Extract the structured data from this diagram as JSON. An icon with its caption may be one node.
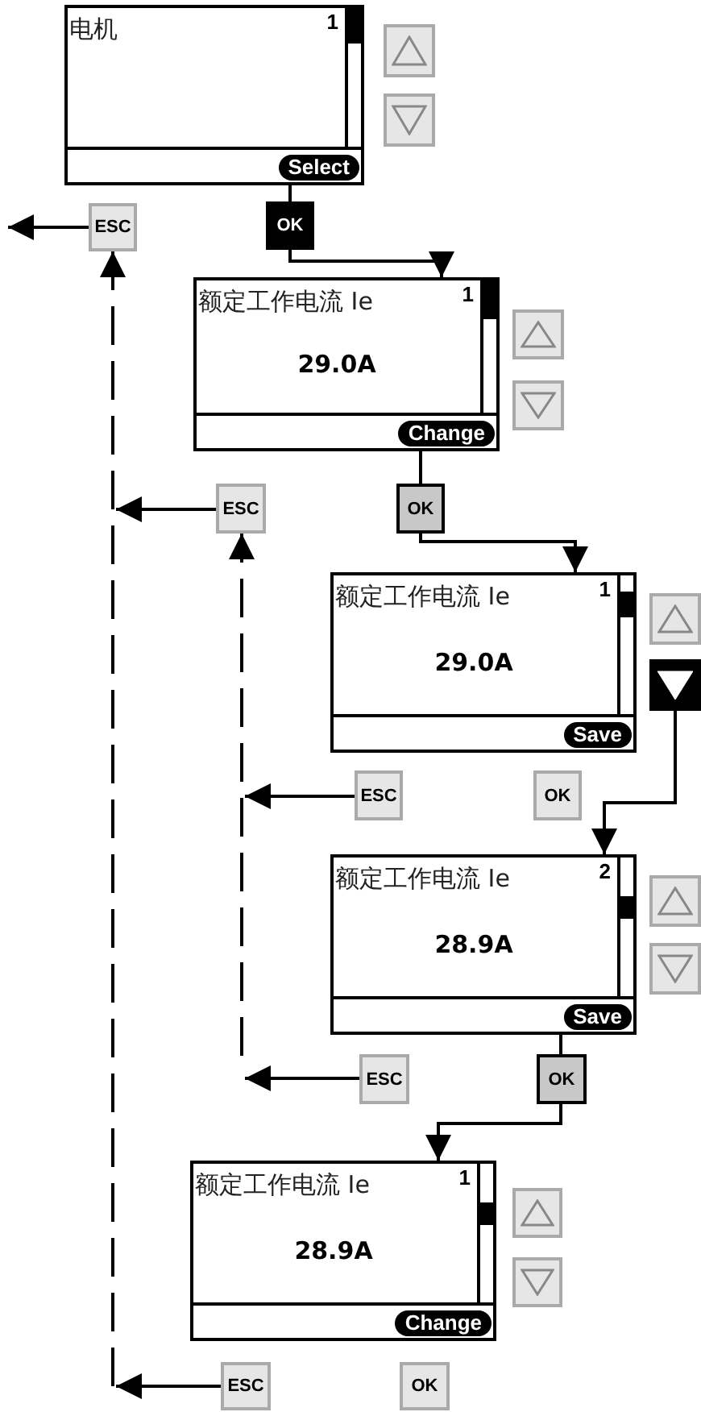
{
  "diagram": {
    "nodes": [
      {
        "text": [
          "电机",
          "1",
          "Select"
        ]
      },
      {
        "text": [],
        "shape": "box"
      },
      {
        "text": [],
        "shape": "box"
      },
      {
        "text": [
          "ESC"
        ]
      },
      {
        "text": [
          "OK"
        ]
      },
      {
        "text": [
          "额定工作电流 Ie",
          "1",
          "29.0A",
          "Change"
        ]
      },
      {
        "text": [],
        "shape": "box"
      },
      {
        "text": [],
        "shape": "box"
      },
      {
        "text": [
          "ESC"
        ]
      },
      {
        "text": [
          "OK"
        ]
      },
      {
        "text": [
          "额定工作电流 Ie",
          "1",
          "29.0A",
          "Save"
        ]
      },
      {
        "text": [],
        "shape": "box"
      },
      {
        "text": [],
        "shape": "box"
      },
      {
        "text": [
          "ESC"
        ]
      },
      {
        "text": [
          "OK"
        ]
      },
      {
        "text": [
          "额定工作电流 Ie",
          "2",
          "28.9A",
          "Save"
        ]
      },
      {
        "text": [],
        "shape": "box"
      },
      {
        "text": [],
        "shape": "box"
      },
      {
        "text": [
          "ESC"
        ]
      },
      {
        "text": [
          "OK"
        ]
      },
      {
        "text": [
          "额定工作电流 Ie",
          "1",
          "28.9A",
          "Change"
        ]
      },
      {
        "text": [],
        "shape": "box"
      },
      {
        "text": [],
        "shape": "box"
      },
      {
        "text": [
          "ESC"
        ]
      },
      {
        "text": [
          "OK"
        ]
      }
    ],
    "edges": [
      {
        "from": 0,
        "to": 4,
        "arrow": "none"
      },
      {
        "from": 4,
        "to": 5,
        "arrow": "to"
      },
      {
        "from": 5,
        "to": 9,
        "arrow": "none"
      },
      {
        "from": 9,
        "to": 10,
        "arrow": "to"
      },
      {
        "from": 12,
        "to": 15,
        "arrow": "to"
      },
      {
        "from": 15,
        "to": 19,
        "arrow": "none"
      },
      {
        "from": 19,
        "to": 20,
        "arrow": "to"
      },
      {
        "from": 3,
        "to": null,
        "arrow": "to"
      },
      {
        "from": null,
        "to": 3,
        "arrow": "to",
        "style": "dashed"
      },
      {
        "from": 8,
        "to": null,
        "arrow": "to"
      },
      {
        "from": null,
        "to": 8,
        "arrow": "to",
        "style": "dashed"
      },
      {
        "from": 13,
        "to": null,
        "arrow": "to"
      },
      {
        "from": 18,
        "to": null,
        "arrow": "to"
      },
      {
        "from": 23,
        "to": null,
        "arrow": "to"
      }
    ]
  }
}
